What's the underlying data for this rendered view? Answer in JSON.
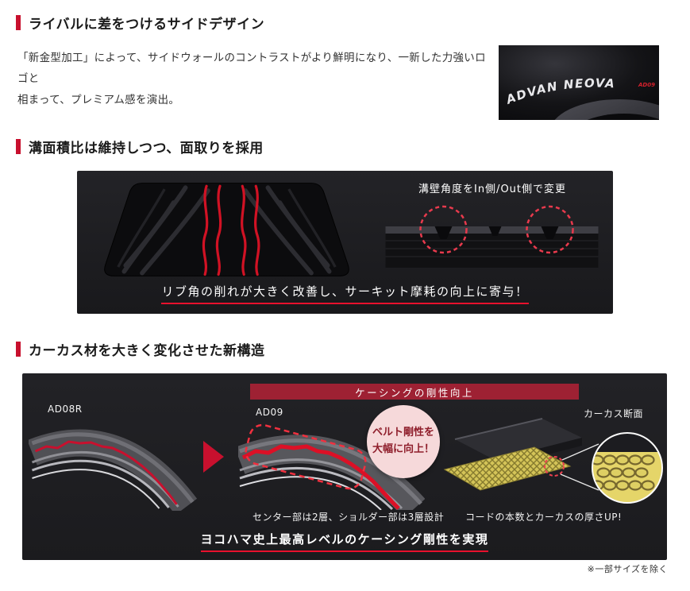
{
  "accent": "#c8102e",
  "sections": {
    "side_design": {
      "heading": "ライバルに差をつけるサイドデザイン",
      "body": "「新金型加工」によって、サイドウォールのコントラストがより鮮明になり、一新した力強いロゴと\n相まって、プレミアム感を演出。",
      "tire_logo": "ADVAN NEOVA",
      "tire_logo_sub": "AD09"
    },
    "groove": {
      "heading": "溝面積比は維持しつつ、面取りを採用",
      "callout": "溝壁角度をIn側/Out側で変更",
      "caption": "リブ角の削れが大きく改善し、サーキット摩耗の向上に寄与！"
    },
    "carcass": {
      "heading": "カーカス材を大きく変化させた新構造",
      "banner": "ケーシングの剛性向上",
      "label_ad08r": "AD08R",
      "label_ad09": "AD09",
      "belt_note": "ベルト剛性を\n大幅に向上！",
      "carcass_section_label": "カーカス断面",
      "layers_note": "センター部は2層、ショルダー部は3層設計",
      "cords_note": "コードの本数とカーカスの厚さUP!",
      "caption": "ヨコハマ史上最高レベルのケーシング剛性を実現"
    }
  },
  "footnote": "※一部サイズを除く"
}
